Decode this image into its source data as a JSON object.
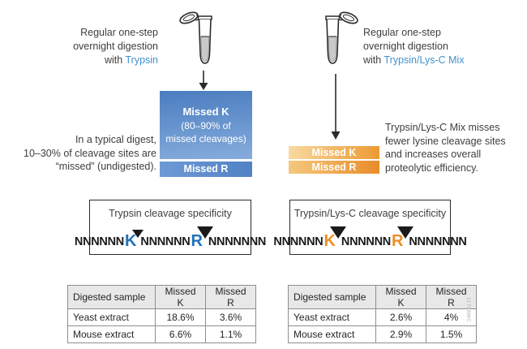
{
  "left_panel": {
    "caption": {
      "line1": "Regular one-step",
      "line2": "overnight digestion",
      "line3_prefix": "with ",
      "line3_accent": "Trypsin"
    },
    "missed_box": {
      "heading": "Missed K",
      "subline1": "(80–90% of",
      "subline2": "missed cleavages)"
    },
    "missed_bar": "Missed R",
    "note": {
      "line1": "In a typical digest,",
      "line2": "10–30% of cleavage sites are",
      "line3": "“missed” (undigested)."
    },
    "specificity": {
      "title": "Trypsin cleavage specificity",
      "seq_n1": "NNNNNN",
      "seq_k": "K",
      "seq_n2": "NNNNNN",
      "seq_r": "R",
      "seq_n3": "NNNNNNN"
    },
    "table": {
      "headers": [
        "Digested sample",
        "Missed K",
        "Missed R"
      ],
      "rows": [
        [
          "Yeast extract",
          "18.6%",
          "3.6%"
        ],
        [
          "Mouse extract",
          "6.6%",
          "1.1%"
        ]
      ]
    }
  },
  "right_panel": {
    "caption": {
      "line1": "Regular one-step",
      "line2": "overnight digestion",
      "line3_prefix": "with ",
      "line3_accent": "Trypsin/Lys-C Mix"
    },
    "missed_bar_k": "Missed K",
    "missed_bar_r": "Missed R",
    "note": {
      "line1": "Trypsin/Lys-C Mix misses",
      "line2": "fewer lysine cleavage sites",
      "line3": "and increases overall",
      "line4": "proteolytic efficiency."
    },
    "specificity": {
      "title": "Trypsin/Lys-C cleavage specificity",
      "seq_n1": "NNNNNN",
      "seq_k": "K",
      "seq_n2": "NNNNNN",
      "seq_r": "R",
      "seq_n3": "NNNNNNN"
    },
    "table": {
      "headers": [
        "Digested sample",
        "Missed K",
        "Missed R"
      ],
      "rows": [
        [
          "Yeast extract",
          "2.6%",
          "4%"
        ],
        [
          "Mouse extract",
          "2.9%",
          "1.5%"
        ]
      ]
    }
  },
  "watermark": "11788MC",
  "colors": {
    "accent_blue": "#4292cd",
    "seq_blue": "#1d71b8",
    "seq_orange": "#ef8d25",
    "box_blue_top": "#4b7dc0",
    "box_blue_bottom": "#86acdc",
    "orange_light": "#f8d9a0",
    "orange_dark": "#ec9a33"
  }
}
